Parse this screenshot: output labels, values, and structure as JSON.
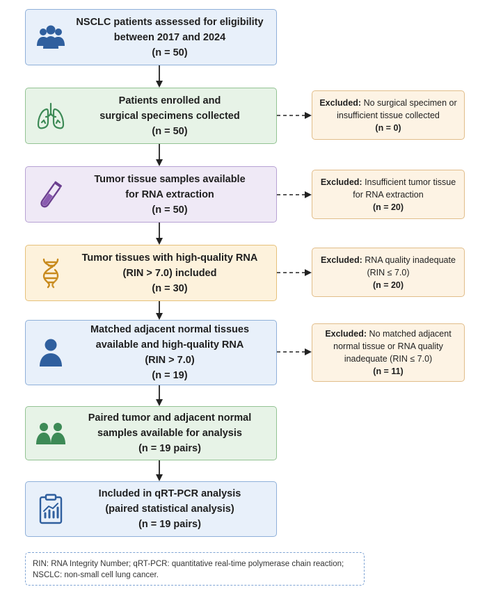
{
  "main_boxes": [
    {
      "icon": "people-group-icon",
      "lines": [
        "NSCLC patients assessed for eligibility",
        "between 2017 and 2024",
        "(n = 50)"
      ]
    },
    {
      "icon": "lungs-icon",
      "lines": [
        "Patients enrolled and",
        "surgical specimens collected",
        "(n = 50)"
      ]
    },
    {
      "icon": "test-tube-icon",
      "lines": [
        "Tumor tissue samples available",
        "for RNA extraction",
        "(n = 50)"
      ]
    },
    {
      "icon": "dna-icon",
      "lines": [
        "Tumor tissues with high-quality RNA",
        "(RIN > 7.0) included",
        "(n = 30)"
      ]
    },
    {
      "icon": "person-icon",
      "lines": [
        "Matched adjacent normal tissues",
        "available and high-quality RNA",
        "(RIN > 7.0)",
        "(n = 19)"
      ]
    },
    {
      "icon": "people-pair-icon",
      "lines": [
        "Paired tumor and adjacent normal",
        "samples available for analysis",
        "(n = 19 pairs)"
      ]
    },
    {
      "icon": "clipboard-chart-icon",
      "lines": [
        "Included in qRT-PCR analysis",
        "(paired statistical analysis)",
        "(n = 19 pairs)"
      ]
    }
  ],
  "exclusions": [
    {
      "label": "Excluded:",
      "text": "No surgical specimen or insufficient tissue collected",
      "n": "(n = 0)"
    },
    {
      "label": "Excluded:",
      "text": "Insufficient tumor tissue for RNA extraction",
      "n": "(n = 20)"
    },
    {
      "label": "Excluded:",
      "text": "RNA quality inadequate (RIN ≤ 7.0)",
      "n": "(n = 20)"
    },
    {
      "label": "Excluded:",
      "text": "No matched adjacent normal tissue or RNA quality inadequate (RIN ≤ 7.0)",
      "n": "(n = 11)"
    }
  ],
  "footnote": {
    "line1": "RIN: RNA Integrity Number; qRT-PCR: quantitative real-time polymerase chain reaction;",
    "line2": "NSCLC: non-small cell lung cancer."
  },
  "colors": {
    "blue": "#2f5f9e",
    "green": "#3d8a56",
    "purple": "#6b3f8f",
    "gold": "#c88a1c",
    "arrow": "#222222"
  }
}
